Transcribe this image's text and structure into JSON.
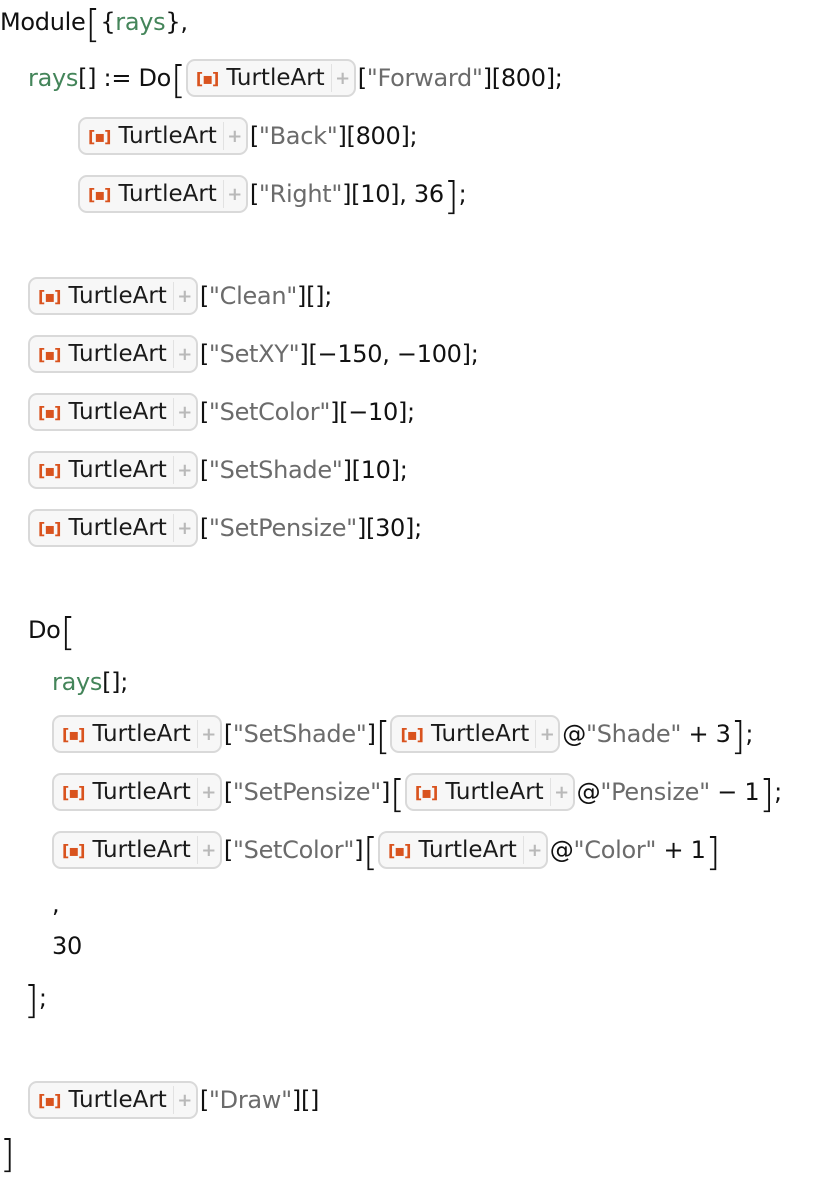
{
  "code": {
    "module_kw": "Module",
    "local_var": "rays",
    "rays_def_head": "rays",
    "rays_def_op": "[] := Do",
    "do_kw": "Do",
    "rays_call": "rays",
    "rays_call_suffix": "[];",
    "object_label": "TurtleArt",
    "object_icon": "[▪]",
    "expand_icon": "+",
    "rays_body": [
      {
        "cmd": "\"Forward\"",
        "args": "][800];"
      },
      {
        "cmd": "\"Back\"",
        "args": "][800];"
      },
      {
        "cmd": "\"Right\"",
        "args": "][10], 36"
      }
    ],
    "setup": [
      {
        "cmd": "\"Clean\"",
        "args": "][];"
      },
      {
        "cmd": "\"SetXY\"",
        "args": "][−150, −100];"
      },
      {
        "cmd": "\"SetColor\"",
        "args": "][−10];"
      },
      {
        "cmd": "\"SetShade\"",
        "args": "][10];"
      },
      {
        "cmd": "\"SetPensize\"",
        "args": "][30];"
      }
    ],
    "loop_body": [
      {
        "cmd": "\"SetShade\"",
        "prop": "\"Shade\"",
        "op": " + 3",
        "end": ";"
      },
      {
        "cmd": "\"SetPensize\"",
        "prop": "\"Pensize\"",
        "op": " − 1",
        "end": ";"
      },
      {
        "cmd": "\"SetColor\"",
        "prop": "\"Color\"",
        "op": " + 1",
        "end": ""
      }
    ],
    "comma": ",",
    "iterations": "30",
    "draw_cmd": "\"Draw\"",
    "draw_args": "][]",
    "open_bracket": "[",
    "close_bracket": "]",
    "brace_open": "{",
    "brace_close": "},",
    "semicolon": ";",
    "at": "@",
    "quote_open": "[",
    "close_semicolon": "];"
  },
  "colors": {
    "symbol": "#44855a",
    "string": "#6b6b6b",
    "icon": "#d9531e",
    "box_border": "#d9d9d9"
  }
}
